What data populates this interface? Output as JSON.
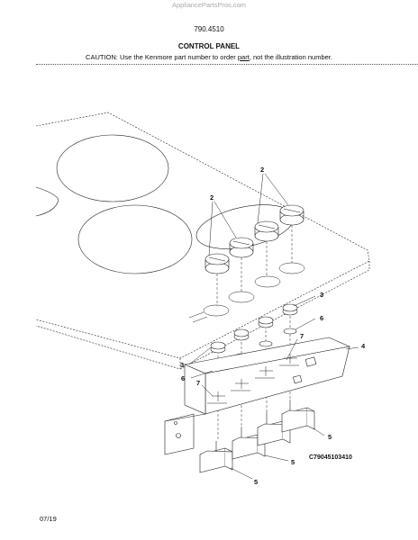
{
  "header": {
    "watermark": "AppliancePartsPros.com",
    "model_number": "790.4510",
    "section_title": "CONTROL PANEL",
    "caution_prefix": "CAUTION: Use the Kenmore part number to order ",
    "caution_link": "part",
    "caution_suffix": ", not the illustration number."
  },
  "diagram": {
    "callouts": [
      "2",
      "2",
      "3",
      "3",
      "4",
      "5",
      "5",
      "5",
      "6",
      "6",
      "7",
      "7"
    ],
    "illustration_code": "C79045103410"
  },
  "footer": {
    "date": "07/19"
  }
}
